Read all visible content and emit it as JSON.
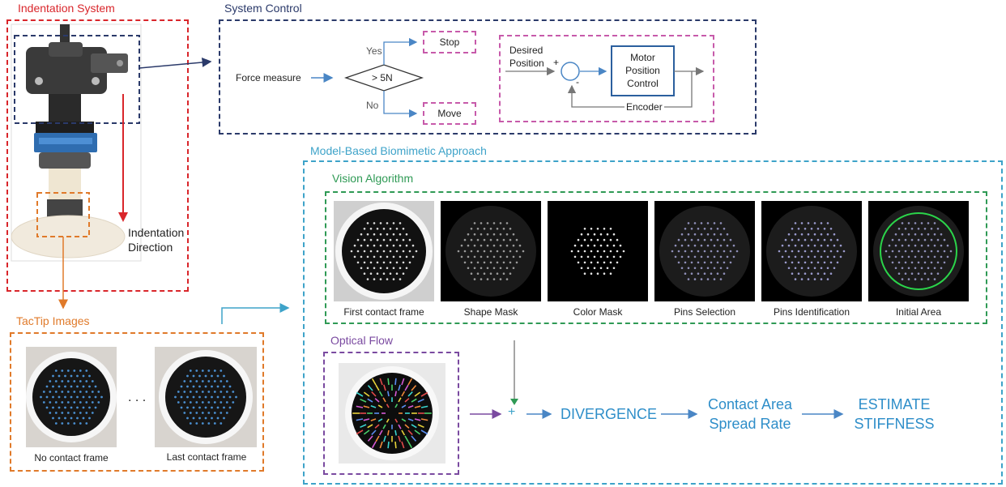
{
  "sections": {
    "indentation_system": "Indentation System",
    "system_control": "System Control",
    "model_based": "Model-Based Biomimetic Approach",
    "vision_algorithm": "Vision Algorithm",
    "optical_flow": "Optical Flow",
    "tactip_images": "TacTip Images"
  },
  "indentation": {
    "direction_line1": "Indentation",
    "direction_line2": "Direction"
  },
  "control": {
    "force_measure": "Force measure",
    "condition": "> 5N",
    "yes": "Yes",
    "no": "No",
    "stop": "Stop",
    "move": "Move",
    "desired_line1": "Desired",
    "desired_line2": "Position",
    "plus": "+",
    "minus": "-",
    "motor_line1": "Motor",
    "motor_line2": "Position",
    "motor_line3": "Control",
    "encoder": "Encoder"
  },
  "vision_steps": [
    "First contact frame",
    "Shape Mask",
    "Color Mask",
    "Pins Selection",
    "Pins Identification",
    "Initial Area"
  ],
  "tactip": {
    "first_caption": "No contact frame",
    "ellipsis": ". . .",
    "last_caption": "Last contact frame"
  },
  "pipeline": {
    "plus": "+",
    "divergence": "DIVERGENCE",
    "contact_line1": "Contact Area",
    "contact_line2": "Spread Rate",
    "estimate_line1": "ESTIMATE",
    "estimate_line2": "STIFFNESS"
  },
  "colors": {
    "red": "#d9262b",
    "navy": "#2b3a6a",
    "teal": "#3ea3c9",
    "green": "#2f9a55",
    "purple": "#7a4aa0",
    "orange": "#e07a2a",
    "pink": "#c75aaa",
    "blue_arrow": "#4a86c5"
  }
}
